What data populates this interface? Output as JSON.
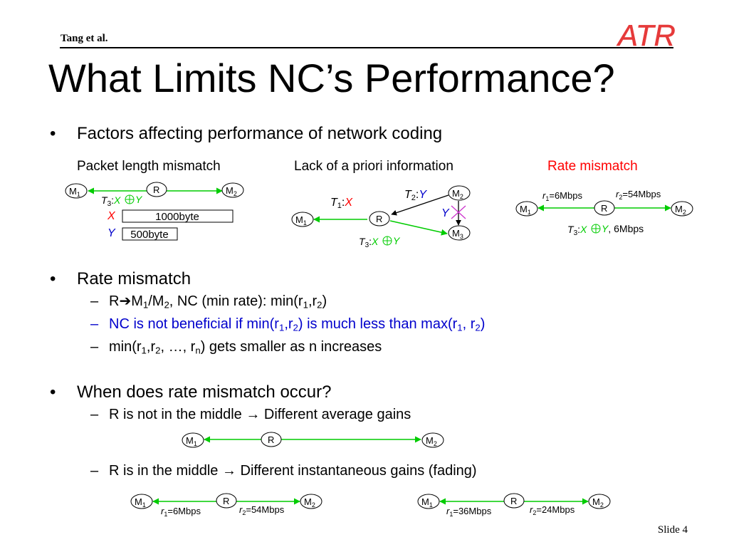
{
  "header": {
    "author": "Tang et al.",
    "logo": "ATR"
  },
  "title": "What Limits NC’s Performance?",
  "bullet1": {
    "text": "Factors affecting performance of network coding"
  },
  "figures": {
    "packet_length": {
      "caption": "Packet length mismatch",
      "x_label": "1000byte",
      "y_label": "500byte"
    },
    "apriori": {
      "caption": "Lack of a priori information"
    },
    "rate": {
      "caption": "Rate mismatch",
      "r1": "=6Mbps",
      "r2": "=54Mbps",
      "t3_rate": ", 6Mbps"
    }
  },
  "bullet2": {
    "text": "Rate mismatch",
    "sub1": {
      "a": "R",
      "b": "M",
      "c": "/M",
      "d": ", NC (min rate): min(r",
      "e": ",r",
      "f": ")"
    },
    "sub2": {
      "a": "NC is not beneficial if min(r",
      "b": ",r",
      "c": ") is much less than max(r",
      "d": ", r",
      "e": ")"
    },
    "sub3": {
      "a": "min(r",
      "b": ",r",
      "c": ", …, r",
      "d": ") gets smaller as n increases"
    }
  },
  "bullet3": {
    "text": "When does rate mismatch occur?",
    "sub1": "R is not in the middle → Different average gains",
    "sub2": "R is in the middle → Different instantaneous gains (fading)",
    "fading_left": {
      "r1": "=6Mbps",
      "r2": "=54Mbps"
    },
    "fading_right": {
      "r1": "=36Mbps",
      "r2": "=24Mbps"
    }
  },
  "footer": {
    "slide": "Slide 4"
  },
  "colors": {
    "link": "#00cc00",
    "blue": "#0000cc",
    "red": "#ff0000",
    "logo": "#e63a3a"
  }
}
